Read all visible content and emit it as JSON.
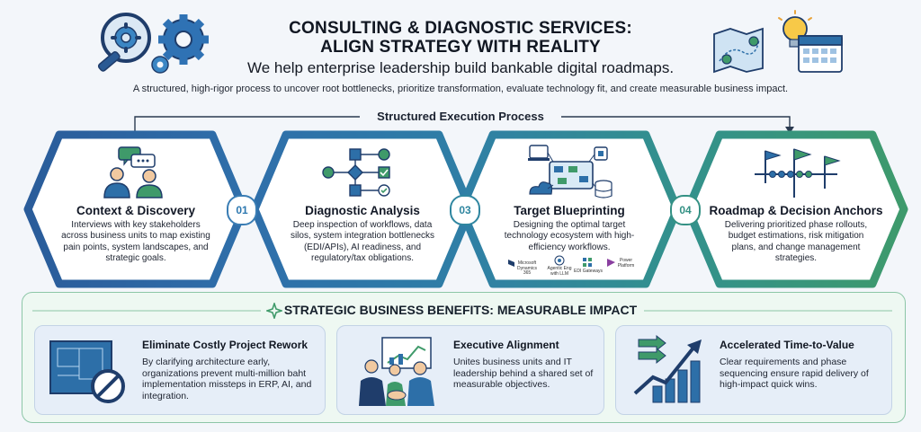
{
  "header": {
    "title_line1": "CONSULTING & DIAGNOSTIC SERVICES:",
    "title_line2": "ALIGN STRATEGY WITH REALITY",
    "subtitle": "We help enterprise leadership build bankable digital roadmaps.",
    "description": "A structured, high-rigor process to uncover root bottlenecks, prioritize transformation, evaluate technology fit, and create measurable business impact."
  },
  "process": {
    "label": "Structured Execution Process",
    "steps": [
      {
        "title": "Context & Discovery",
        "text": "Interviews with key stakeholders across business units to map existing pain points, system landscapes, and strategic goals."
      },
      {
        "number": "01",
        "title": "Diagnostic Analysis",
        "text": "Deep inspection of workflows, data silos, system integration bottlenecks (EDI/APIs), AI readiness, and regulatory/tax obligations."
      },
      {
        "number": "03",
        "title": "Target Blueprinting",
        "text": "Designing the optimal target technology ecosystem with high-efficiency workflows."
      },
      {
        "number": "04",
        "title": "Roadmap & Decision Anchors",
        "text": "Delivering prioritized phase rollouts, budget estimations, risk mitigation plans, and change management strategies."
      }
    ],
    "tech_logos": [
      {
        "label": "Microsoft Dynamics 365"
      },
      {
        "label": "Agentic Eng with LLM"
      },
      {
        "label": "EDI Gateways"
      },
      {
        "label": "Power Platform"
      }
    ]
  },
  "benefits": {
    "title": "STRATEGIC BUSINESS BENEFITS: MEASURABLE IMPACT",
    "cards": [
      {
        "title": "Eliminate Costly Project Rework",
        "text": "By clarifying architecture early, organizations prevent multi-million baht implementation missteps in ERP, AI, and integration."
      },
      {
        "title": "Executive Alignment",
        "text": "Unites business units and IT leadership behind a shared set of measurable objectives."
      },
      {
        "title": "Accelerated Time-to-Value",
        "text": "Clear requirements and phase sequencing ensure rapid delivery of high-impact quick wins."
      }
    ]
  },
  "colors": {
    "blue": "#2d6fa8",
    "teal": "#2e8e8a",
    "green": "#3f9a6a",
    "navy": "#1f3d6b"
  }
}
